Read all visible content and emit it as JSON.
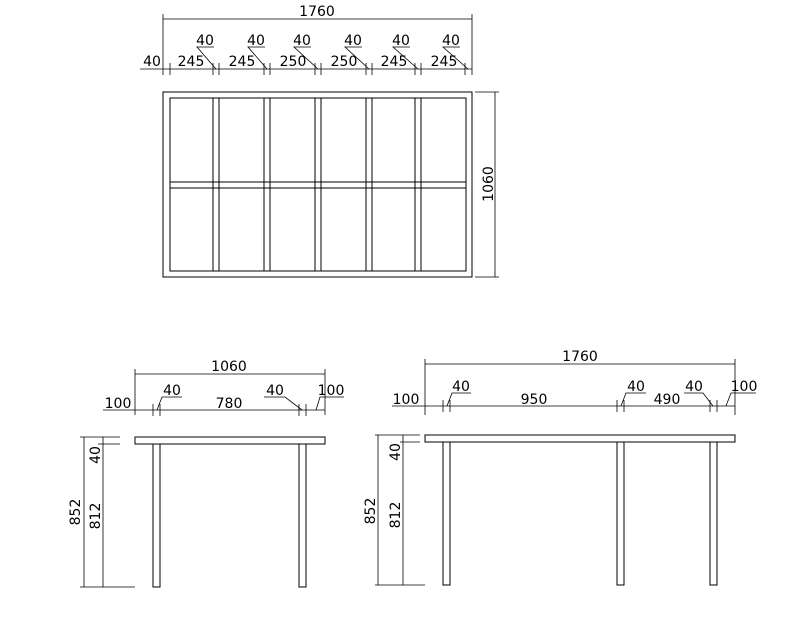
{
  "top_view": {
    "overall_width": "1760",
    "overall_depth": "1060",
    "segments": [
      "40",
      "245",
      "245",
      "250",
      "250",
      "245",
      "245"
    ],
    "rail_widths": [
      "40",
      "40",
      "40",
      "40",
      "40",
      "40"
    ]
  },
  "side_view": {
    "overall_width": "1060",
    "left_overhang": "100",
    "leg_left": "40",
    "span": "780",
    "leg_right": "40",
    "right_overhang": "100",
    "total_height": "852",
    "top_thickness": "40",
    "leg_height": "812"
  },
  "front_view": {
    "overall_width": "1760",
    "left_overhang": "100",
    "leg_left": "40",
    "span_left": "950",
    "leg_middle": "40",
    "span_right": "490",
    "leg_right": "40",
    "right_overhang": "100",
    "total_height": "852",
    "top_thickness": "40",
    "leg_height": "812"
  }
}
